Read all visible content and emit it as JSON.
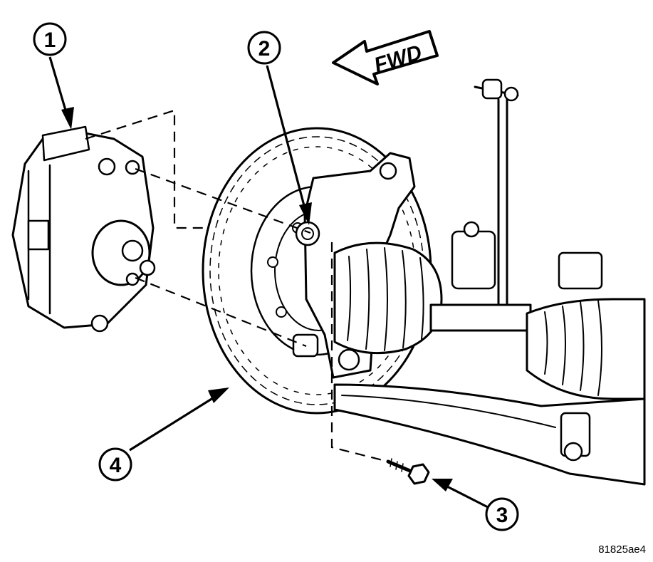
{
  "direction_label": "FWD",
  "figure_id": "81825ae4",
  "callouts": [
    {
      "id": "1",
      "label": "1"
    },
    {
      "id": "2",
      "label": "2"
    },
    {
      "id": "3",
      "label": "3"
    },
    {
      "id": "4",
      "label": "4"
    }
  ]
}
